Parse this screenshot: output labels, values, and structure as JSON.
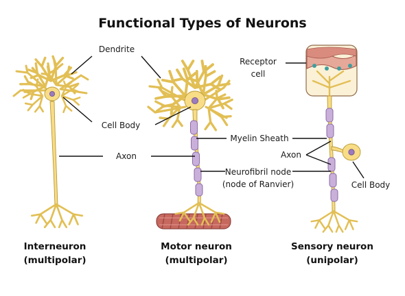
{
  "title": "Functional Types of Neurons",
  "labels": {
    "dendrite": "Dendrite",
    "cell_body_left": "Cell Body",
    "axon_left": "Axon",
    "receptor_line1": "Receptor",
    "receptor_line2": "cell",
    "myelin_sheath": "Myelin Sheath",
    "axon_right": "Axon",
    "node_line1": "Neurofibril node",
    "node_line2": "(node of Ranvier)",
    "cell_body_right": "Cell Body"
  },
  "captions": {
    "interneuron": {
      "line1": "Interneuron",
      "line2": "(multipolar)"
    },
    "motor": {
      "line1": "Motor neuron",
      "line2": "(multipolar)"
    },
    "sensory": {
      "line1": "Sensory neuron",
      "line2": "(unipolar)"
    }
  },
  "colors": {
    "neuron_fill": "#f8dc86",
    "neuron_outline": "#b89a35",
    "nucleus": "#9c7bbf",
    "myelin": "#c9b0da",
    "muscle": "#c7685f",
    "skin": "#e6a898"
  }
}
